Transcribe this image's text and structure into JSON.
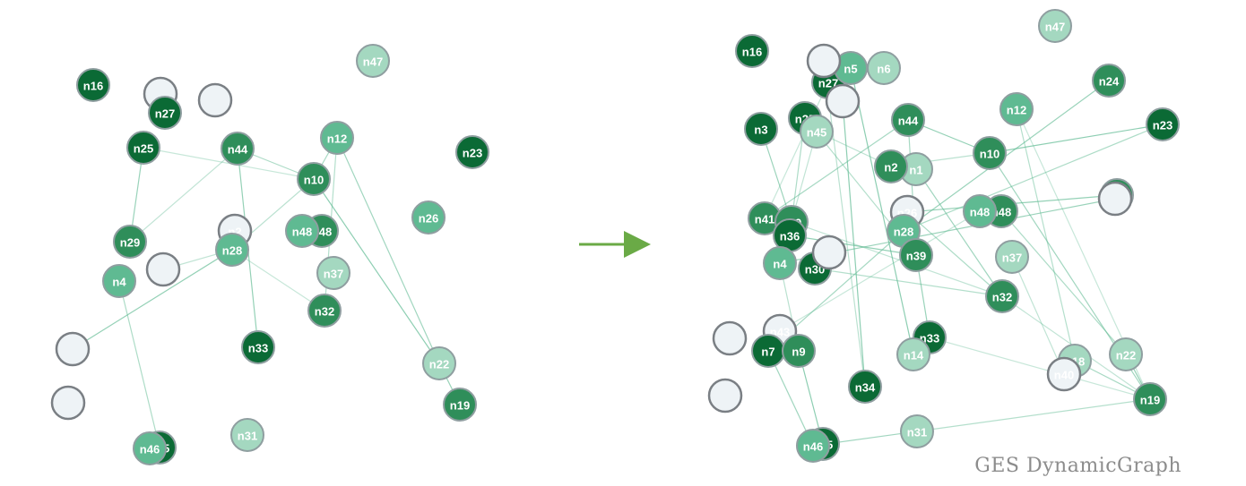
{
  "caption": "GES  DynamicGraph",
  "colors": {
    "dark": "#0b6a35",
    "mid": "#2f8e5a",
    "light": "#5fba92",
    "pale": "#a4d8c0",
    "empty": "#eef3f6",
    "arrow": "#6aaa46"
  },
  "arrow_icon": "right-arrow-icon",
  "graphs": [
    {
      "id": "before",
      "nodes": [
        {
          "label": "n16",
          "shade": "dark"
        },
        {
          "label": "",
          "shade": "empty"
        },
        {
          "label": "n27",
          "shade": "dark"
        },
        {
          "label": "",
          "shade": "empty"
        },
        {
          "label": "n25",
          "shade": "dark"
        },
        {
          "label": "n44",
          "shade": "mid"
        },
        {
          "label": "n12",
          "shade": "light"
        },
        {
          "label": "n47",
          "shade": "pale"
        },
        {
          "label": "n23",
          "shade": "dark"
        },
        {
          "label": "n10",
          "shade": "mid"
        },
        {
          "label": "n26",
          "shade": "light"
        },
        {
          "label": "n2",
          "shade": "empty"
        },
        {
          "label": "n28",
          "shade": "light"
        },
        {
          "label": "n48",
          "shade": "mid"
        },
        {
          "label": "n48",
          "shade": "light"
        },
        {
          "label": "n29",
          "shade": "mid"
        },
        {
          "label": "",
          "shade": "empty"
        },
        {
          "label": "n4",
          "shade": "light"
        },
        {
          "label": "n37",
          "shade": "pale"
        },
        {
          "label": "n32",
          "shade": "mid"
        },
        {
          "label": "n33",
          "shade": "dark"
        },
        {
          "label": "",
          "shade": "empty"
        },
        {
          "label": "n22",
          "shade": "pale"
        },
        {
          "label": "",
          "shade": "empty"
        },
        {
          "label": "n19",
          "shade": "mid"
        },
        {
          "label": "n31",
          "shade": "pale"
        },
        {
          "label": "n35",
          "shade": "dark"
        },
        {
          "label": "n46",
          "shade": "light"
        }
      ]
    },
    {
      "id": "after",
      "nodes": [
        {
          "label": "n47",
          "shade": "pale"
        },
        {
          "label": "n16",
          "shade": "dark"
        },
        {
          "label": "n27",
          "shade": "dark"
        },
        {
          "label": "n5",
          "shade": "light"
        },
        {
          "label": "",
          "shade": "empty"
        },
        {
          "label": "n6",
          "shade": "pale"
        },
        {
          "label": "",
          "shade": "empty"
        },
        {
          "label": "n24",
          "shade": "mid"
        },
        {
          "label": "n3",
          "shade": "dark"
        },
        {
          "label": "n25",
          "shade": "dark"
        },
        {
          "label": "n45",
          "shade": "pale"
        },
        {
          "label": "n44",
          "shade": "mid"
        },
        {
          "label": "n12",
          "shade": "light"
        },
        {
          "label": "n23",
          "shade": "dark"
        },
        {
          "label": "n1",
          "shade": "pale"
        },
        {
          "label": "n2",
          "shade": "mid"
        },
        {
          "label": "n10",
          "shade": "mid"
        },
        {
          "label": "",
          "shade": "mid"
        },
        {
          "label": "",
          "shade": "empty"
        },
        {
          "label": "n41",
          "shade": "mid"
        },
        {
          "label": "n29",
          "shade": "mid"
        },
        {
          "label": "n36",
          "shade": "dark"
        },
        {
          "label": "n26",
          "shade": "empty"
        },
        {
          "label": "n48",
          "shade": "mid"
        },
        {
          "label": "n48",
          "shade": "light"
        },
        {
          "label": "n28",
          "shade": "light"
        },
        {
          "label": "n39",
          "shade": "mid"
        },
        {
          "label": "n30",
          "shade": "dark"
        },
        {
          "label": "",
          "shade": "empty"
        },
        {
          "label": "n4",
          "shade": "light"
        },
        {
          "label": "n37",
          "shade": "pale"
        },
        {
          "label": "n32",
          "shade": "mid"
        },
        {
          "label": "",
          "shade": "empty"
        },
        {
          "label": "n43",
          "shade": "empty"
        },
        {
          "label": "n7",
          "shade": "dark"
        },
        {
          "label": "n9",
          "shade": "mid"
        },
        {
          "label": "n33",
          "shade": "dark"
        },
        {
          "label": "n14",
          "shade": "pale"
        },
        {
          "label": "n22",
          "shade": "pale"
        },
        {
          "label": "n18",
          "shade": "pale"
        },
        {
          "label": "n40",
          "shade": "empty"
        },
        {
          "label": "",
          "shade": "empty"
        },
        {
          "label": "n34",
          "shade": "dark"
        },
        {
          "label": "n19",
          "shade": "mid"
        },
        {
          "label": "n31",
          "shade": "pale"
        },
        {
          "label": "n35",
          "shade": "dark"
        },
        {
          "label": "n46",
          "shade": "light"
        }
      ]
    }
  ]
}
